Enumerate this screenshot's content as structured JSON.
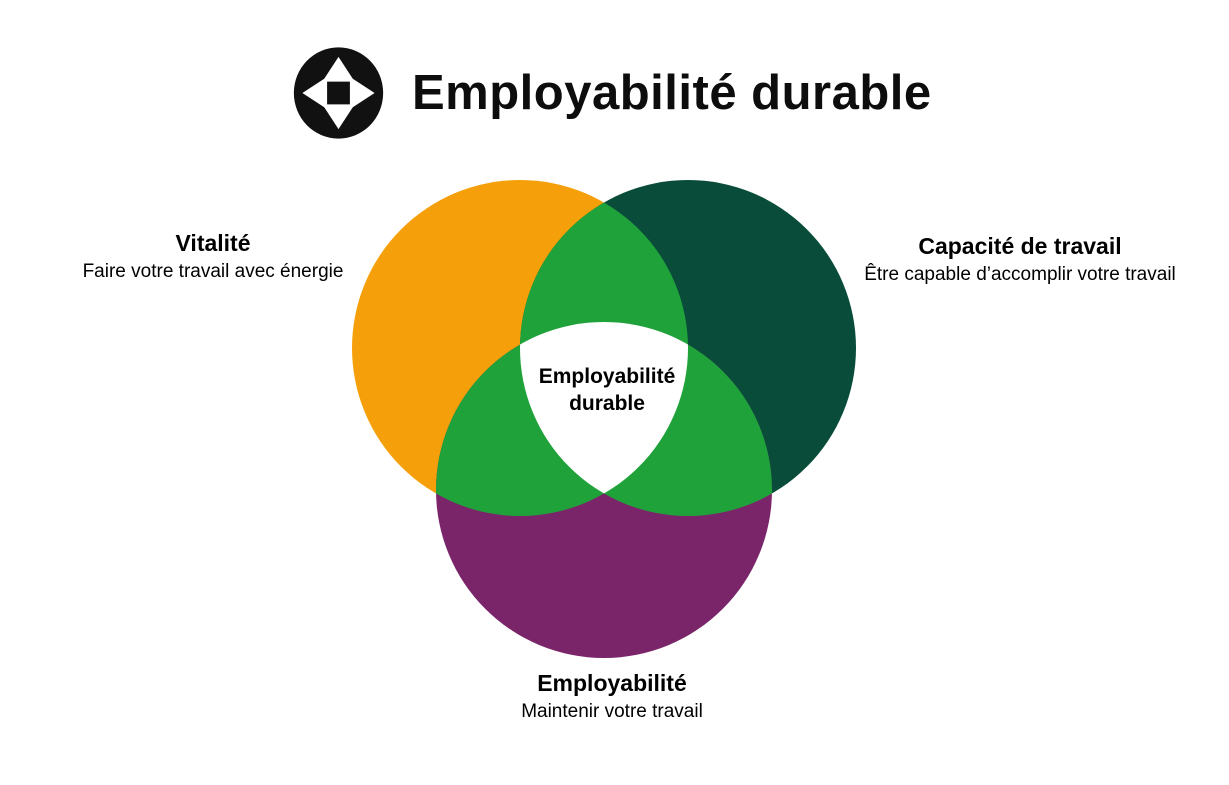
{
  "page": {
    "background_color": "#FFFFFF"
  },
  "header": {
    "logo_icon": "four-direction-arrows",
    "logo_color": "#111111",
    "title": "Employabilité durable"
  },
  "venn": {
    "overlap_color": "#1FA23A",
    "center_region": {
      "color": "#FFFFFF",
      "label_line1": "Employabilité",
      "label_line2": "durable"
    },
    "circles": [
      {
        "name": "Vitalité",
        "description": "Faire votre travail avec énergie",
        "color": "#F5A00B",
        "position": "top-left"
      },
      {
        "name": "Capacité de travail",
        "description": "Être capable d’accomplir votre travail",
        "color": "#094C3A",
        "position": "top-right"
      },
      {
        "name": "Employabilité",
        "description": "Maintenir votre travail",
        "color": "#7A256A",
        "position": "bottom"
      }
    ]
  }
}
